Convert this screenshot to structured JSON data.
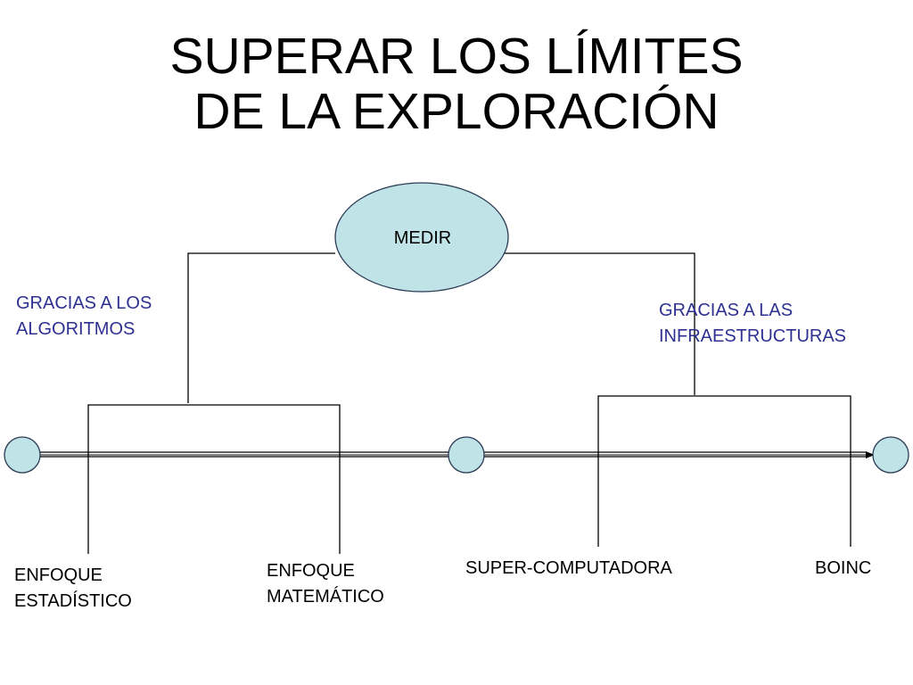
{
  "title": {
    "line1": "SUPERAR LOS LÍMITES",
    "line2": "DE LA EXPLORACIÓN"
  },
  "root_node": {
    "label": "MEDIR"
  },
  "branches": {
    "left": {
      "line1": "GRACIAS A LOS",
      "line2": "ALGORITMOS"
    },
    "right": {
      "line1": "GRACIAS A LAS",
      "line2": "INFRAESTRUCTURAS"
    }
  },
  "leaves": {
    "statistical": {
      "line1": "ENFOQUE",
      "line2": "ESTADÍSTICO"
    },
    "mathematical": {
      "line1": "ENFOQUE",
      "line2": "MATEMÁTICO"
    },
    "supercomputer": {
      "label": "SUPER-COMPUTADORA"
    },
    "boinc": {
      "label": "BOINC"
    }
  },
  "colors": {
    "node_fill": "#bfe3e6",
    "node_stroke": "#2b3a55",
    "branch_label": "#2e3192",
    "text": "#000000",
    "line": "#000000"
  }
}
